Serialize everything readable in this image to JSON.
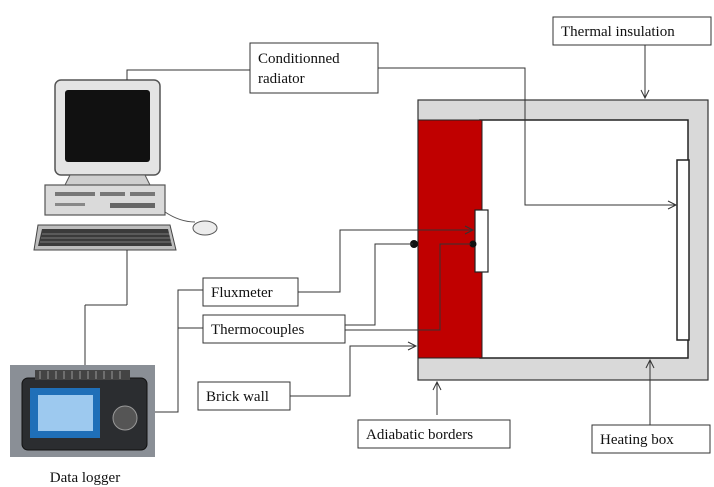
{
  "labels": {
    "conditioned_radiator_1": "Conditionned",
    "conditioned_radiator_2": "radiator",
    "thermal_insulation": "Thermal insulation",
    "fluxmeter": "Fluxmeter",
    "thermocouples": "Thermocouples",
    "brick_wall": "Brick wall",
    "adiabatic_borders": "Adiabatic borders",
    "heating_box": "Heating box",
    "data_logger": "Data logger"
  },
  "colors": {
    "brick_wall": "#c00000",
    "insulation": "#d9d9d9",
    "line": "#333333"
  }
}
